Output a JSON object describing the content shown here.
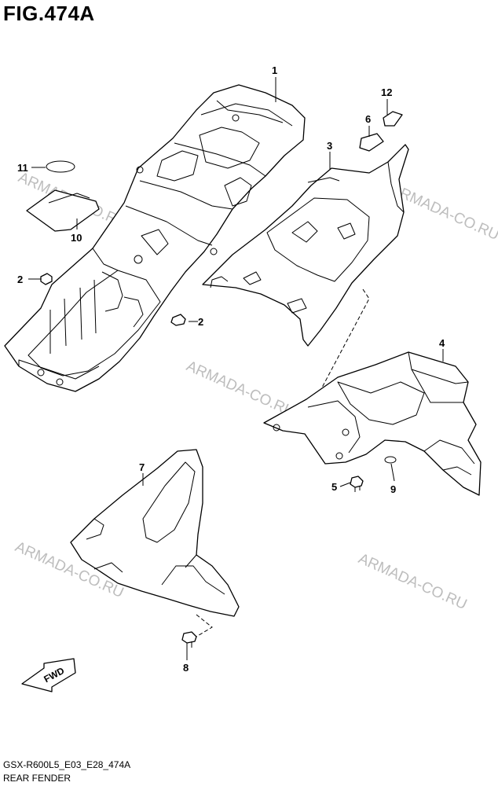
{
  "figure": {
    "title": "FIG.474A",
    "code": "GSX-R600L5_E03_E28_474A",
    "caption": "REAR FENDER"
  },
  "watermark": "ARMADA-CO.RU",
  "fwd_label": "FWD",
  "callouts": {
    "c1": "1",
    "c2a": "2",
    "c2b": "2",
    "c3": "3",
    "c4": "4",
    "c5": "5",
    "c6": "6",
    "c7": "7",
    "c8": "8",
    "c9": "9",
    "c10": "10",
    "c11": "11",
    "c12": "12"
  }
}
